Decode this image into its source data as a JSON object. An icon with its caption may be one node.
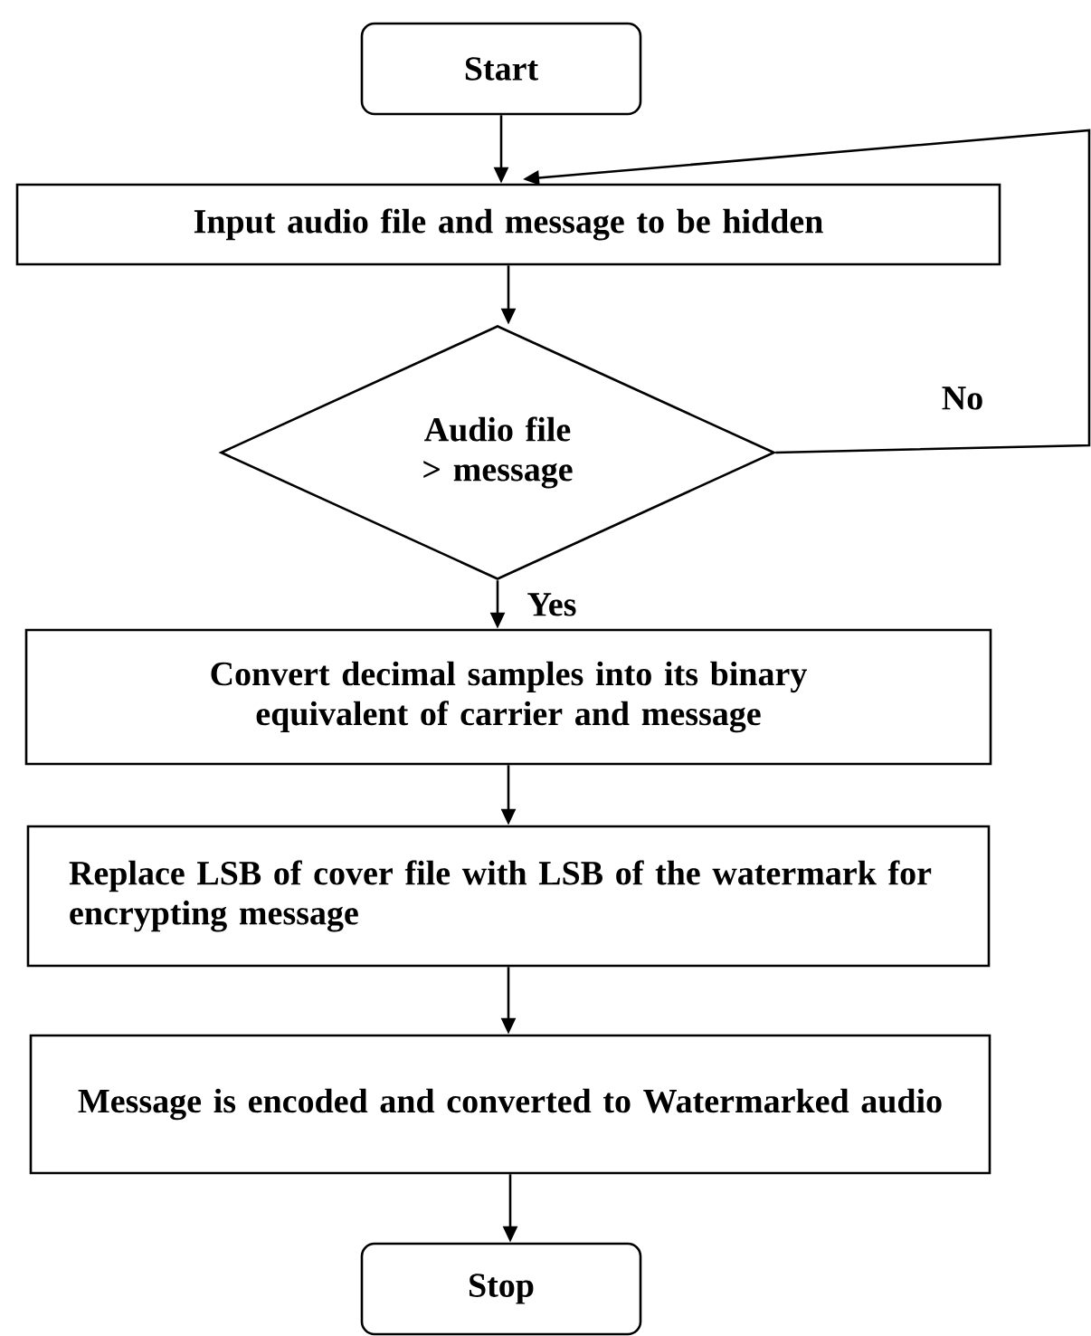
{
  "diagram": {
    "nodes": [
      {
        "text": [
          "Start"
        ]
      },
      {
        "text": [
          "Input audio file and message to be hidden"
        ]
      },
      {
        "text": [
          "Audio file > message"
        ]
      },
      {
        "text": [
          "Convert decimal samples into its binary equivalent of carrier and message"
        ]
      },
      {
        "text": [
          "Replace LSB of cover file with LSB of the watermark for encrypting message"
        ]
      },
      {
        "text": [
          "Message is encoded and converted to Watermarked audio"
        ]
      },
      {
        "text": [
          "Stop"
        ]
      }
    ],
    "edges": [
      {
        "from": 0,
        "to": 1,
        "arrow": "to"
      },
      {
        "from": 1,
        "to": 2,
        "arrow": "to"
      },
      {
        "from": 2,
        "to": 3,
        "arrow": "to",
        "label": "Yes"
      },
      {
        "from": 2,
        "to": 1,
        "arrow": "to",
        "label": "No"
      },
      {
        "from": 3,
        "to": 4,
        "arrow": "to"
      },
      {
        "from": 4,
        "to": 5,
        "arrow": "to"
      },
      {
        "from": 5,
        "to": 6,
        "arrow": "to"
      }
    ]
  }
}
